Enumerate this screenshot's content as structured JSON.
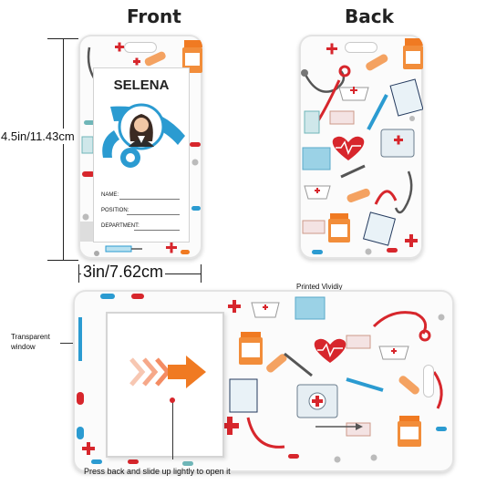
{
  "labels": {
    "front": "Front",
    "back": "Back",
    "height_dim": "4.5in/11.43cm",
    "width_dim": "3in/7.62cm",
    "printed_vividly": "Printed Vividiy",
    "transparent_window": "Transparent\nwindow",
    "press_back": "Press back and slide up lightly to open it"
  },
  "badge": {
    "name": "SELENA",
    "fields": [
      "NAME:",
      "POSITION:",
      "DEPARTMENT:"
    ]
  },
  "colors": {
    "red": "#d7262c",
    "blue": "#2b9bd1",
    "orange": "#f07a22",
    "teal": "#6fb6b8",
    "navy": "#243a5e"
  }
}
